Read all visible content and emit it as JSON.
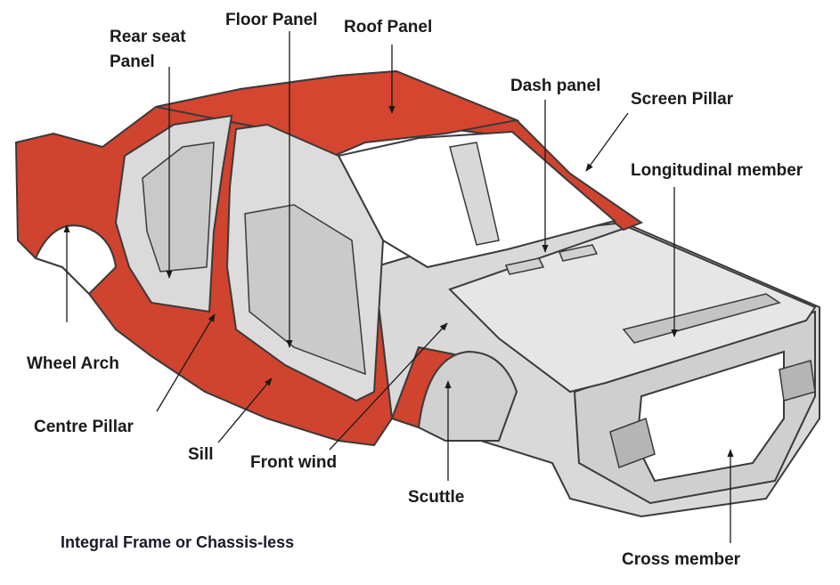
{
  "colors": {
    "body_red": "#D0432E",
    "body_red_dark": "#A9311F",
    "metal_light": "#E2E2E2",
    "metal_mid": "#C8C8C8",
    "metal_dark": "#9A9A9A",
    "outline": "#3A3A3A"
  },
  "labels": {
    "rear_seat_panel_line1": "Rear seat",
    "rear_seat_panel_line2": "Panel",
    "floor_panel": "Floor Panel",
    "roof_panel": "Roof Panel",
    "dash_panel": "Dash panel",
    "screen_pillar": "Screen Pillar",
    "longitudinal_member": "Longitudinal member",
    "wheel_arch": "Wheel Arch",
    "centre_pillar": "Centre Pillar",
    "sill": "Sill",
    "front_wind": "Front wind",
    "scuttle": "Scuttle",
    "cross_member": "Cross member"
  },
  "caption": "Integral Frame or Chassis-less"
}
